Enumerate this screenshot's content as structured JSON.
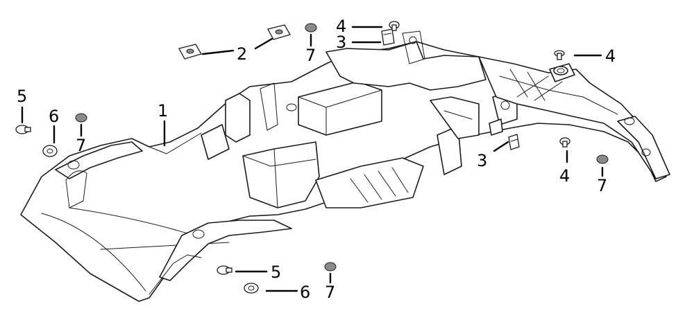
{
  "callouts": {
    "c1": "1",
    "c2": "2",
    "c3a": "3",
    "c3b": "3",
    "c4a": "4",
    "c4b": "4",
    "c4c": "4",
    "c5a": "5",
    "c5b": "5",
    "c6a": "6",
    "c6b": "6",
    "c7a": "7",
    "c7b": "7",
    "c7c": "7",
    "c7d": "7"
  }
}
